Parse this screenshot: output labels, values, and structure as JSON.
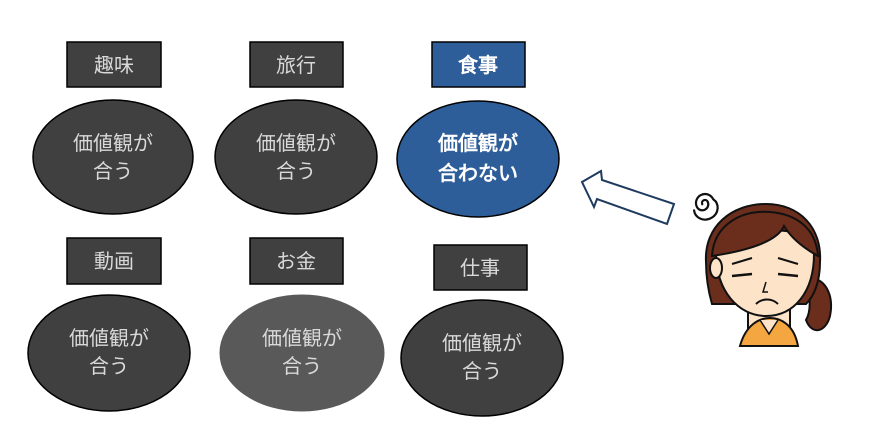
{
  "labels": {
    "hobby": "趣味",
    "travel": "旅行",
    "meal": "食事",
    "video": "動画",
    "money": "お金",
    "work": "仕事"
  },
  "ovals": {
    "hobby": {
      "line1": "価値観が",
      "line2": "合う"
    },
    "travel": {
      "line1": "価値観が",
      "line2": "合う"
    },
    "meal": {
      "line1": "価値観が",
      "line2": "合わない"
    },
    "video": {
      "line1": "価値観が",
      "line2": "合う"
    },
    "money": {
      "line1": "価値観が",
      "line2": "合う"
    },
    "work": {
      "line1": "価値観が",
      "line2": "合う"
    }
  },
  "colors": {
    "dark": "#404040",
    "gray": "#595959",
    "blue": "#2e5e99",
    "text_light": "#d9d9d9",
    "text_white": "#ffffff",
    "skin": "#fde3c8",
    "hair": "#6b2d1c",
    "collar": "#f4a640"
  },
  "icons": {
    "arrow": "hollow-arrow-left-icon",
    "confusion": "confusion-swirl-icon",
    "person": "frowning-woman-icon"
  }
}
